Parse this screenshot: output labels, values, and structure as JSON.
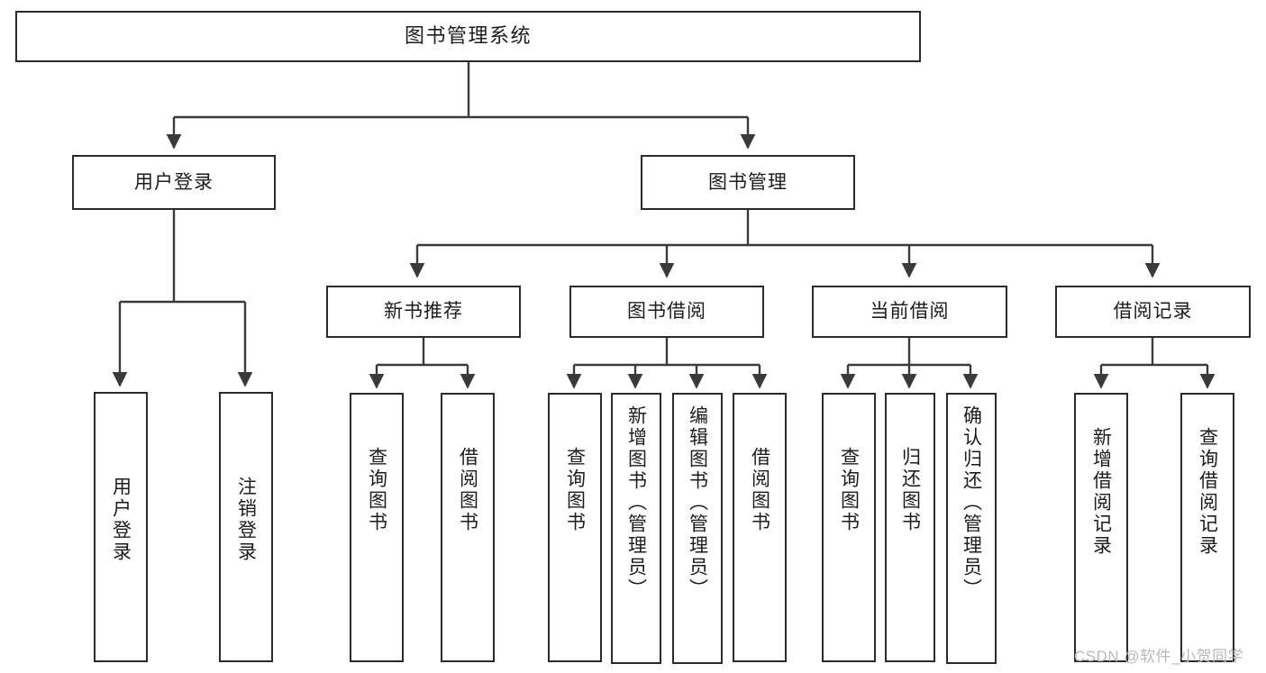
{
  "diagram": {
    "title": "图书管理系统",
    "type": "tree",
    "watermark": "CSDN @软件_小贺同学",
    "colors": {
      "border": "#2b2b2b",
      "text": "#1c1c1c",
      "background": "#ffffff",
      "connector": "#3a3a3a",
      "watermark": "#b9b9b9"
    },
    "nodes": {
      "root": {
        "label": "图书管理系统"
      },
      "level2": [
        {
          "label": "用户登录"
        },
        {
          "label": "图书管理"
        }
      ],
      "level3": [
        {
          "label": "新书推荐"
        },
        {
          "label": "图书借阅"
        },
        {
          "label": "当前借阅"
        },
        {
          "label": "借阅记录"
        }
      ],
      "leaves": {
        "user_login": [
          {
            "label": "用户登录"
          },
          {
            "label": "注销登录"
          }
        ],
        "new_book_recommend": [
          {
            "label": "查询图书"
          },
          {
            "label": "借阅图书"
          }
        ],
        "book_borrow": [
          {
            "label": "查询图书"
          },
          {
            "label": "新增图书（管理员）"
          },
          {
            "label": "编辑图书（管理员）"
          },
          {
            "label": "借阅图书"
          }
        ],
        "current_borrow": [
          {
            "label": "查询图书"
          },
          {
            "label": "归还图书"
          },
          {
            "label": "确认归还（管理员）"
          }
        ],
        "borrow_record": [
          {
            "label": "新增借阅记录"
          },
          {
            "label": "查询借阅记录"
          }
        ]
      }
    },
    "edges": [
      {
        "from": "图书管理系统",
        "to": "用户登录"
      },
      {
        "from": "图书管理系统",
        "to": "图书管理"
      },
      {
        "from": "用户登录",
        "to": "用户登录"
      },
      {
        "from": "用户登录",
        "to": "注销登录"
      },
      {
        "from": "图书管理",
        "to": "新书推荐"
      },
      {
        "from": "图书管理",
        "to": "图书借阅"
      },
      {
        "from": "图书管理",
        "to": "当前借阅"
      },
      {
        "from": "图书管理",
        "to": "借阅记录"
      },
      {
        "from": "新书推荐",
        "to": "查询图书"
      },
      {
        "from": "新书推荐",
        "to": "借阅图书"
      },
      {
        "from": "图书借阅",
        "to": "查询图书"
      },
      {
        "from": "图书借阅",
        "to": "新增图书（管理员）"
      },
      {
        "from": "图书借阅",
        "to": "编辑图书（管理员）"
      },
      {
        "from": "图书借阅",
        "to": "借阅图书"
      },
      {
        "from": "当前借阅",
        "to": "查询图书"
      },
      {
        "from": "当前借阅",
        "to": "归还图书"
      },
      {
        "from": "当前借阅",
        "to": "确认归还（管理员）"
      },
      {
        "from": "借阅记录",
        "to": "新增借阅记录"
      },
      {
        "from": "借阅记录",
        "to": "查询借阅记录"
      }
    ]
  }
}
